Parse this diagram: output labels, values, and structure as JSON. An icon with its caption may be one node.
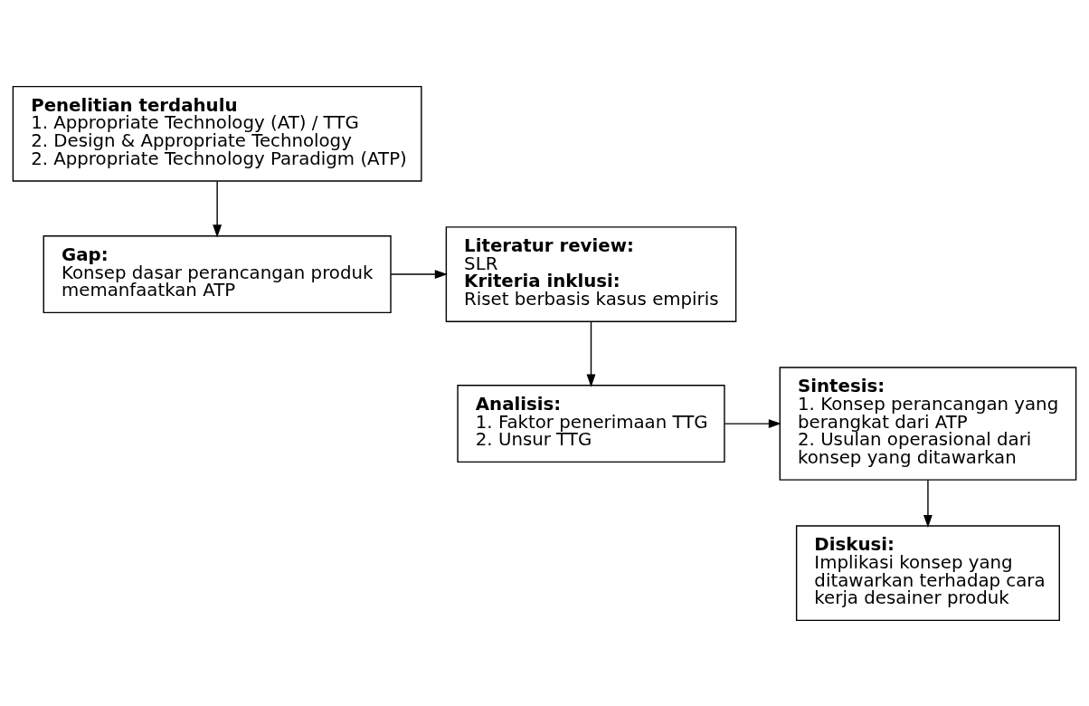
{
  "diagram": {
    "nodes": [
      {
        "text": [
          "Penelitian terdahulu",
          "1. Appropriate Technology (AT) / TTG",
          "2. Design & Appropriate Technology",
          "2. Appropriate Technology Paradigm (ATP)"
        ]
      },
      {
        "text": [
          "Gap:",
          "Konsep dasar perancangan produk memanfaatkan ATP"
        ]
      },
      {
        "text": [
          "Literatur review:",
          "SLR",
          "Kriteria inklusi:",
          "Riset berbasis kasus empiris"
        ]
      },
      {
        "text": [
          "Analisis:",
          "1. Faktor penerimaan TTG",
          "2. Unsur TTG"
        ]
      },
      {
        "text": [
          "Sintesis:",
          "1. Konsep perancangan yang berangkat dari ATP",
          "2. Usulan operasional dari konsep yang ditawarkan"
        ]
      },
      {
        "text": [
          "Diskusi:",
          "Implikasi konsep yang ditawarkan terhadap cara kerja desainer produk"
        ]
      }
    ],
    "edges": [
      {
        "from": 0,
        "to": 1,
        "arrow": "to"
      },
      {
        "from": 1,
        "to": 2,
        "arrow": "to"
      },
      {
        "from": 2,
        "to": 3,
        "arrow": "to"
      },
      {
        "from": 3,
        "to": 4,
        "arrow": "to"
      },
      {
        "from": 4,
        "to": 5,
        "arrow": "to"
      }
    ]
  }
}
